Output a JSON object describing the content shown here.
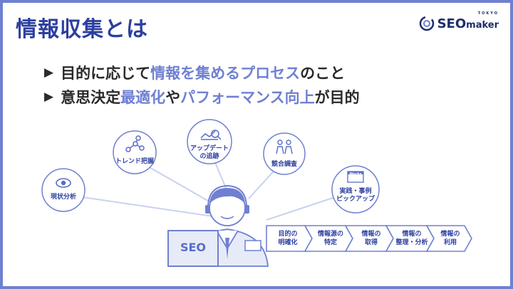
{
  "title": "情報収集とは",
  "logo": {
    "main": "SEO",
    "sub": "maker",
    "tokyo": "TOKYO"
  },
  "bullets": [
    {
      "pre": "目的に応じて",
      "hl": "情報を集めるプロセス",
      "post": "のこと"
    },
    {
      "pre": "意思決定",
      "hl": "最適化",
      "mid": "や",
      "hl2": "パフォーマンス向上",
      "post": "が目的"
    }
  ],
  "circles": [
    {
      "label": "現状分析",
      "icon": "eye-icon"
    },
    {
      "label": "トレンド把握",
      "icon": "network-icon"
    },
    {
      "label1": "アップデート",
      "label2": "の追跡",
      "icon": "chart-search-icon"
    },
    {
      "label": "競合調査",
      "icon": "people-icon"
    },
    {
      "label1": "実践・事例",
      "label2": "ピックアップ",
      "icon": "works-browser-icon",
      "badge": "Works"
    }
  ],
  "laptop_label": "SEO",
  "steps": [
    {
      "line1": "目的の",
      "line2": "明確化"
    },
    {
      "line1": "情報源の",
      "line2": "特定"
    },
    {
      "line1": "情報の",
      "line2": "取得"
    },
    {
      "line1": "情報の",
      "line2": "整理・分析"
    },
    {
      "line1": "情報の",
      "line2": "利用"
    }
  ],
  "colors": {
    "frame": "#6f80d2",
    "title": "#2c3fa0",
    "accent": "#6f80d2",
    "light": "#e7ebf8"
  }
}
